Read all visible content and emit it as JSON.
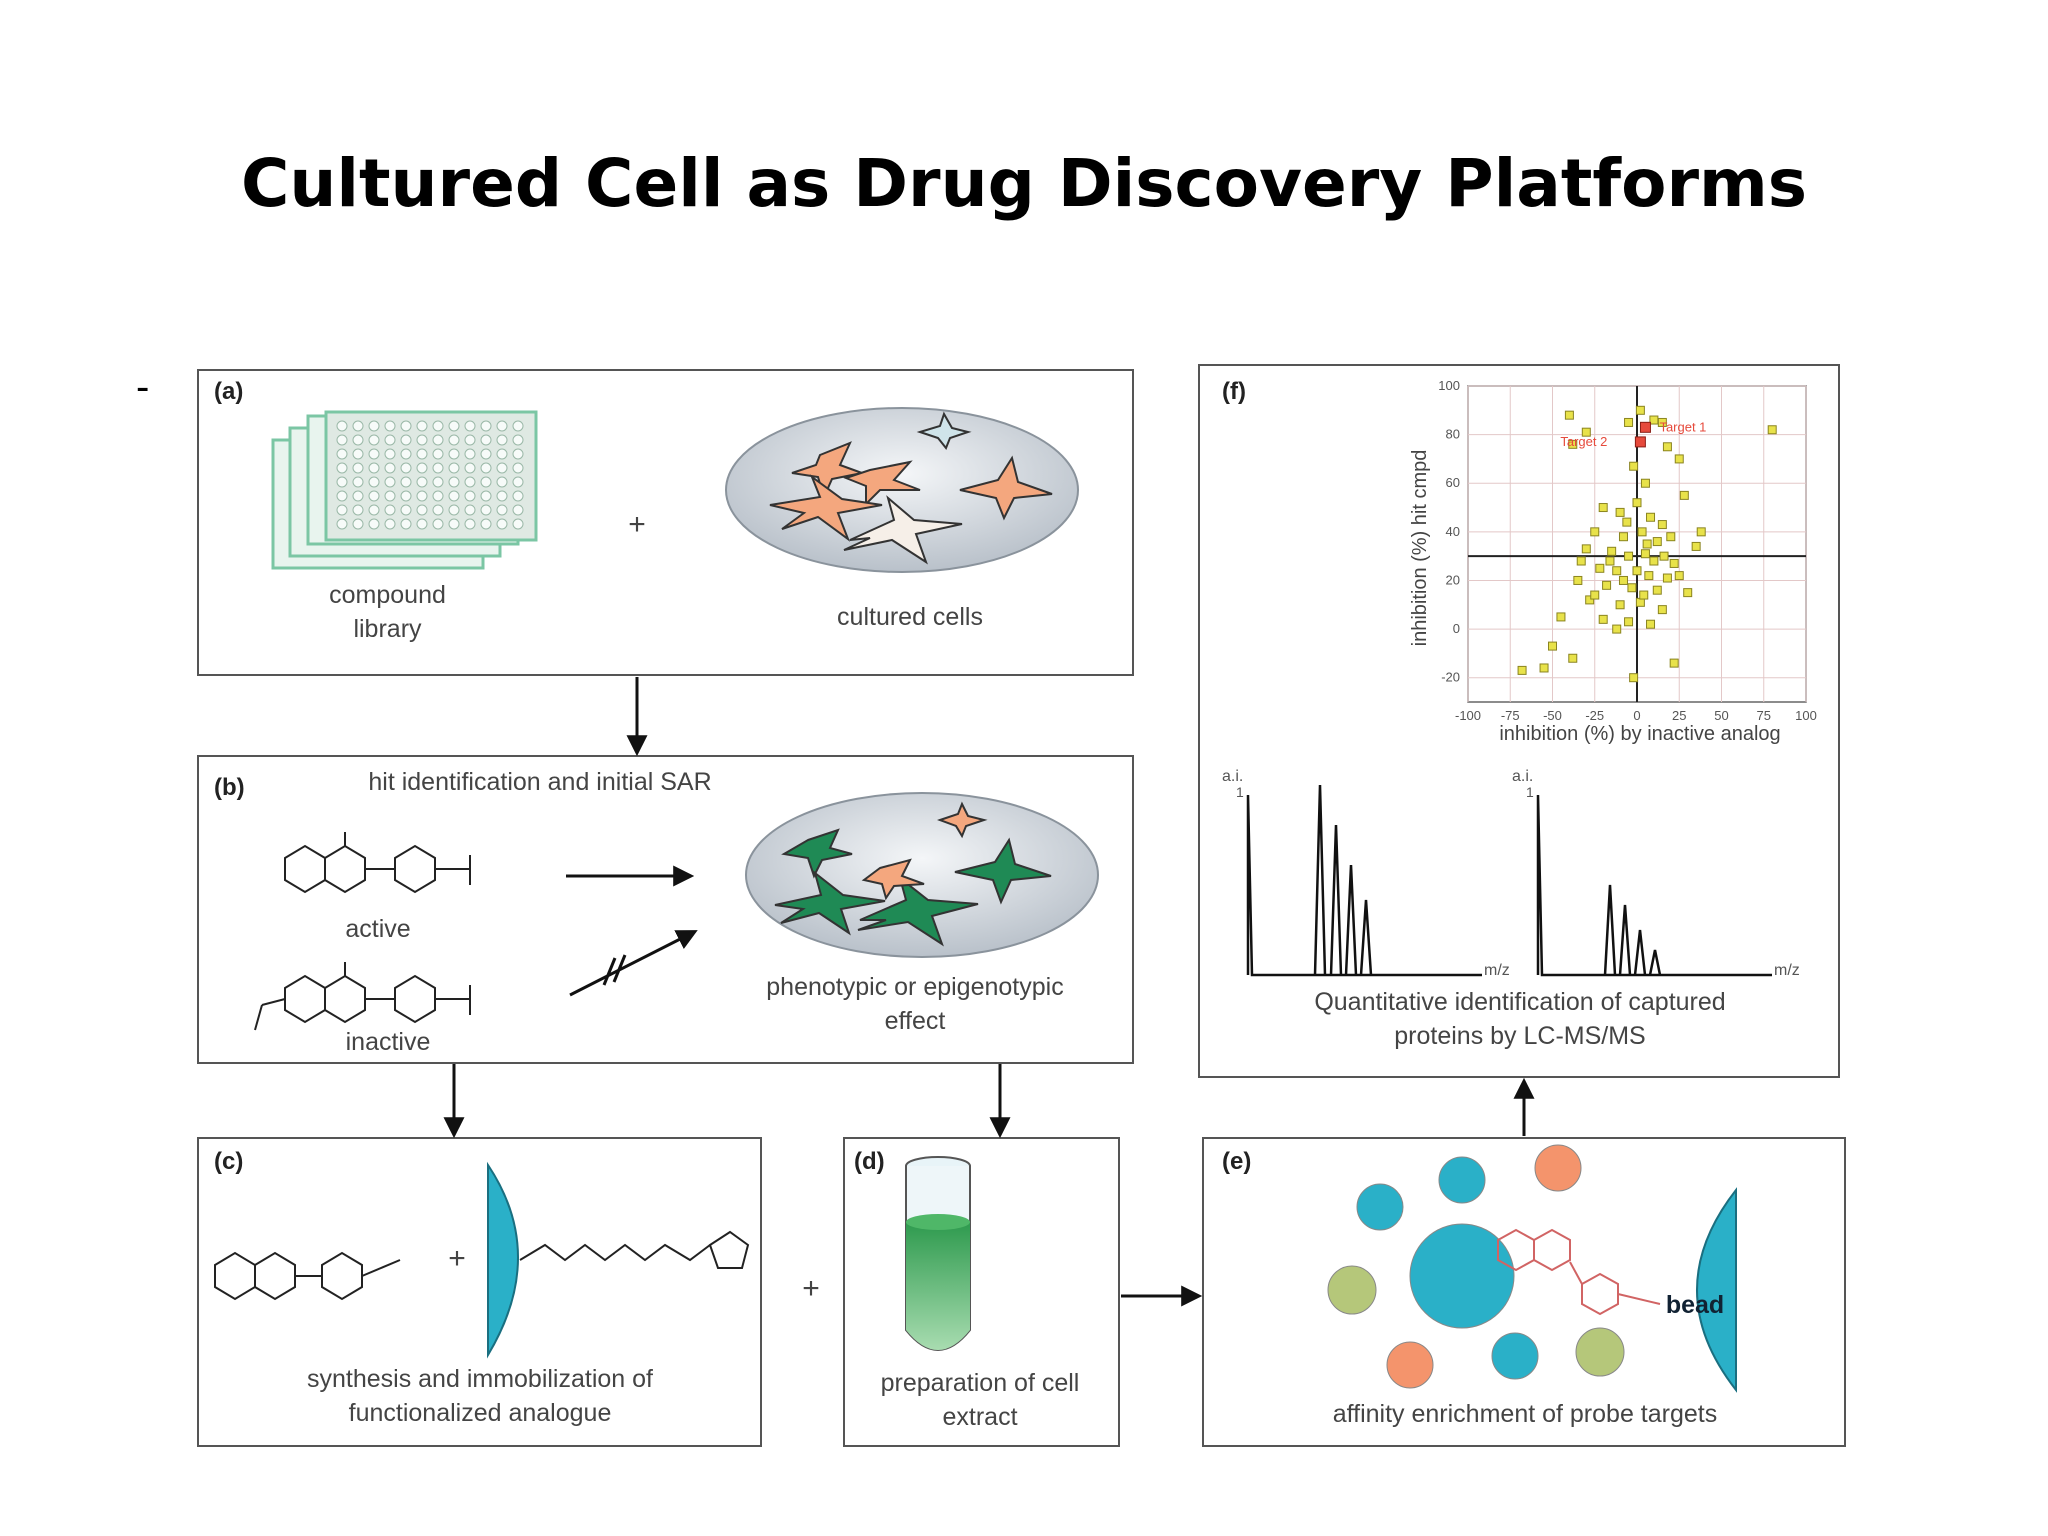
{
  "slide": {
    "title": "Cultured Cell as Drug Discovery Platforms",
    "bullet": "-"
  },
  "panels": {
    "a": {
      "label": "(a)",
      "compound_library": "compound library",
      "plus": "+",
      "cultured_cells": "cultured cells"
    },
    "b": {
      "label": "(b)",
      "heading": "hit identification and initial SAR",
      "active": "active",
      "inactive": "inactive",
      "effect": "phenotypic or epigenotypic effect"
    },
    "c": {
      "label": "(c)",
      "plus": "+",
      "caption": "synthesis and immobilization of functionalized analogue"
    },
    "d": {
      "label": "(d)",
      "caption": "preparation of cell extract"
    },
    "e": {
      "label": "(e)",
      "bead": "bead",
      "caption": "affinity enrichment of probe targets"
    },
    "f": {
      "label": "(f)",
      "spectrum_ylabel": "a.i.",
      "spectrum_ymax": "1",
      "spectrum_xlabel": "m/z",
      "caption": "Quantitative identification of captured proteins by LC-MS/MS"
    }
  },
  "between_cd_plus": "+",
  "colors": {
    "plate": "#7bc6a4",
    "cell_orange": "#f4a77e",
    "cell_green": "#1f8a55",
    "cyan": "#2ab0c8",
    "dish": "#cfd6de",
    "tube_green": "#3aa35a",
    "orange_sphere": "#f4946c",
    "olive_sphere": "#b5c77a",
    "target_red": "#e64a3c",
    "point_yellow": "#e8e24a"
  },
  "chart_data": {
    "type": "scatter",
    "title": "",
    "xlabel": "inhibition (%) by inactive analog",
    "ylabel": "inhibition (%) hit cmpd",
    "xlim": [
      -100,
      100
    ],
    "ylim": [
      -30,
      100
    ],
    "xticks": [
      -100,
      -75,
      -50,
      -25,
      0,
      25,
      50,
      75,
      100
    ],
    "yticks": [
      -20,
      0,
      20,
      40,
      60,
      80,
      100
    ],
    "grid": true,
    "reference_lines": {
      "x": 0,
      "y": 30
    },
    "highlighted": [
      {
        "name": "Target 1",
        "x": 5,
        "y": 83
      },
      {
        "name": "Target 2",
        "x": 2,
        "y": 77
      }
    ],
    "series": [
      {
        "values": [
          [
            -40,
            88
          ],
          [
            -30,
            81
          ],
          [
            -5,
            85
          ],
          [
            2,
            90
          ],
          [
            10,
            86
          ],
          [
            15,
            85
          ],
          [
            80,
            82
          ],
          [
            -38,
            76
          ],
          [
            18,
            75
          ],
          [
            25,
            70
          ],
          [
            -2,
            67
          ],
          [
            5,
            60
          ],
          [
            28,
            55
          ],
          [
            -20,
            50
          ],
          [
            -10,
            48
          ],
          [
            0,
            52
          ],
          [
            8,
            46
          ],
          [
            15,
            43
          ],
          [
            -25,
            40
          ],
          [
            -8,
            38
          ],
          [
            3,
            40
          ],
          [
            12,
            36
          ],
          [
            20,
            38
          ],
          [
            35,
            34
          ],
          [
            -30,
            33
          ],
          [
            -15,
            32
          ],
          [
            -5,
            30
          ],
          [
            5,
            31
          ],
          [
            10,
            28
          ],
          [
            22,
            27
          ],
          [
            -22,
            25
          ],
          [
            -12,
            24
          ],
          [
            0,
            24
          ],
          [
            7,
            22
          ],
          [
            18,
            21
          ],
          [
            -35,
            20
          ],
          [
            -18,
            18
          ],
          [
            -3,
            17
          ],
          [
            12,
            16
          ],
          [
            30,
            15
          ],
          [
            -28,
            12
          ],
          [
            -10,
            10
          ],
          [
            2,
            11
          ],
          [
            15,
            8
          ],
          [
            -45,
            5
          ],
          [
            -20,
            4
          ],
          [
            -5,
            3
          ],
          [
            8,
            2
          ],
          [
            -50,
            -7
          ],
          [
            -38,
            -12
          ],
          [
            -55,
            -16
          ],
          [
            -68,
            -17
          ],
          [
            -2,
            -20
          ],
          [
            22,
            -14
          ],
          [
            -12,
            0
          ],
          [
            -6,
            44
          ],
          [
            6,
            35
          ],
          [
            -16,
            28
          ],
          [
            16,
            30
          ],
          [
            -8,
            20
          ],
          [
            4,
            14
          ],
          [
            -25,
            14
          ],
          [
            25,
            22
          ],
          [
            -33,
            28
          ],
          [
            38,
            40
          ]
        ]
      }
    ]
  }
}
